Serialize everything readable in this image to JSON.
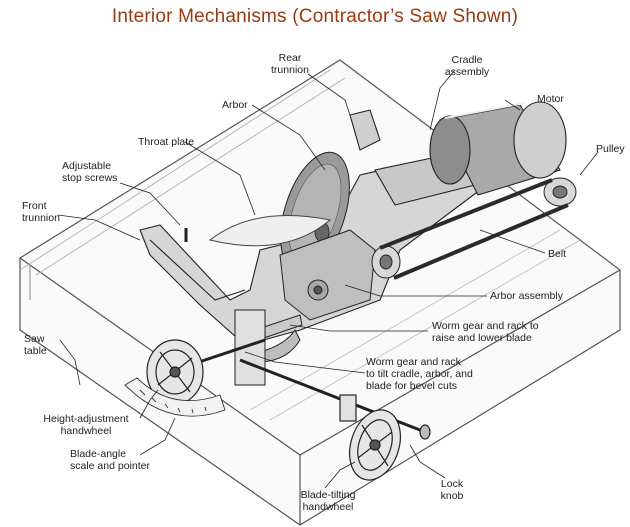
{
  "title": "Interior Mechanisms (Contractor’s Saw Shown)",
  "labels": {
    "rear_trunnion": [
      "Rear",
      "trunnion"
    ],
    "cradle_assembly": [
      "Cradle",
      "assembly"
    ],
    "motor": "Motor",
    "arbor": "Arbor",
    "pulley": "Pulley",
    "throat_plate": "Throat plate",
    "adjustable_stop_screws": [
      "Adjustable",
      "stop screws"
    ],
    "front_trunnion": [
      "Front",
      "trunnion"
    ],
    "belt": "Belt",
    "arbor_assembly": "Arbor assembly",
    "saw_table": [
      "Saw",
      "table"
    ],
    "worm_gear_raise": [
      "Worm gear and rack to",
      "raise and lower blade"
    ],
    "worm_gear_tilt": [
      "Worm gear and rack",
      "to tilt cradle, arbor, and",
      "blade for bevel cuts"
    ],
    "height_handwheel": [
      "Height-adjustment",
      "handwheel"
    ],
    "blade_angle_scale": [
      "Blade-angle",
      "scale and pointer"
    ],
    "lock_knob": [
      "Lock",
      "knob"
    ],
    "blade_tilting_handwheel": [
      "Blade-tilting",
      "handwheel"
    ]
  },
  "colors": {
    "title": "#9a3a12",
    "line": "#222222",
    "metal": "#cfcfcf",
    "motor": "#b9b9b9",
    "blade": "#8a8a8a",
    "belt": "#2a2a2a"
  }
}
